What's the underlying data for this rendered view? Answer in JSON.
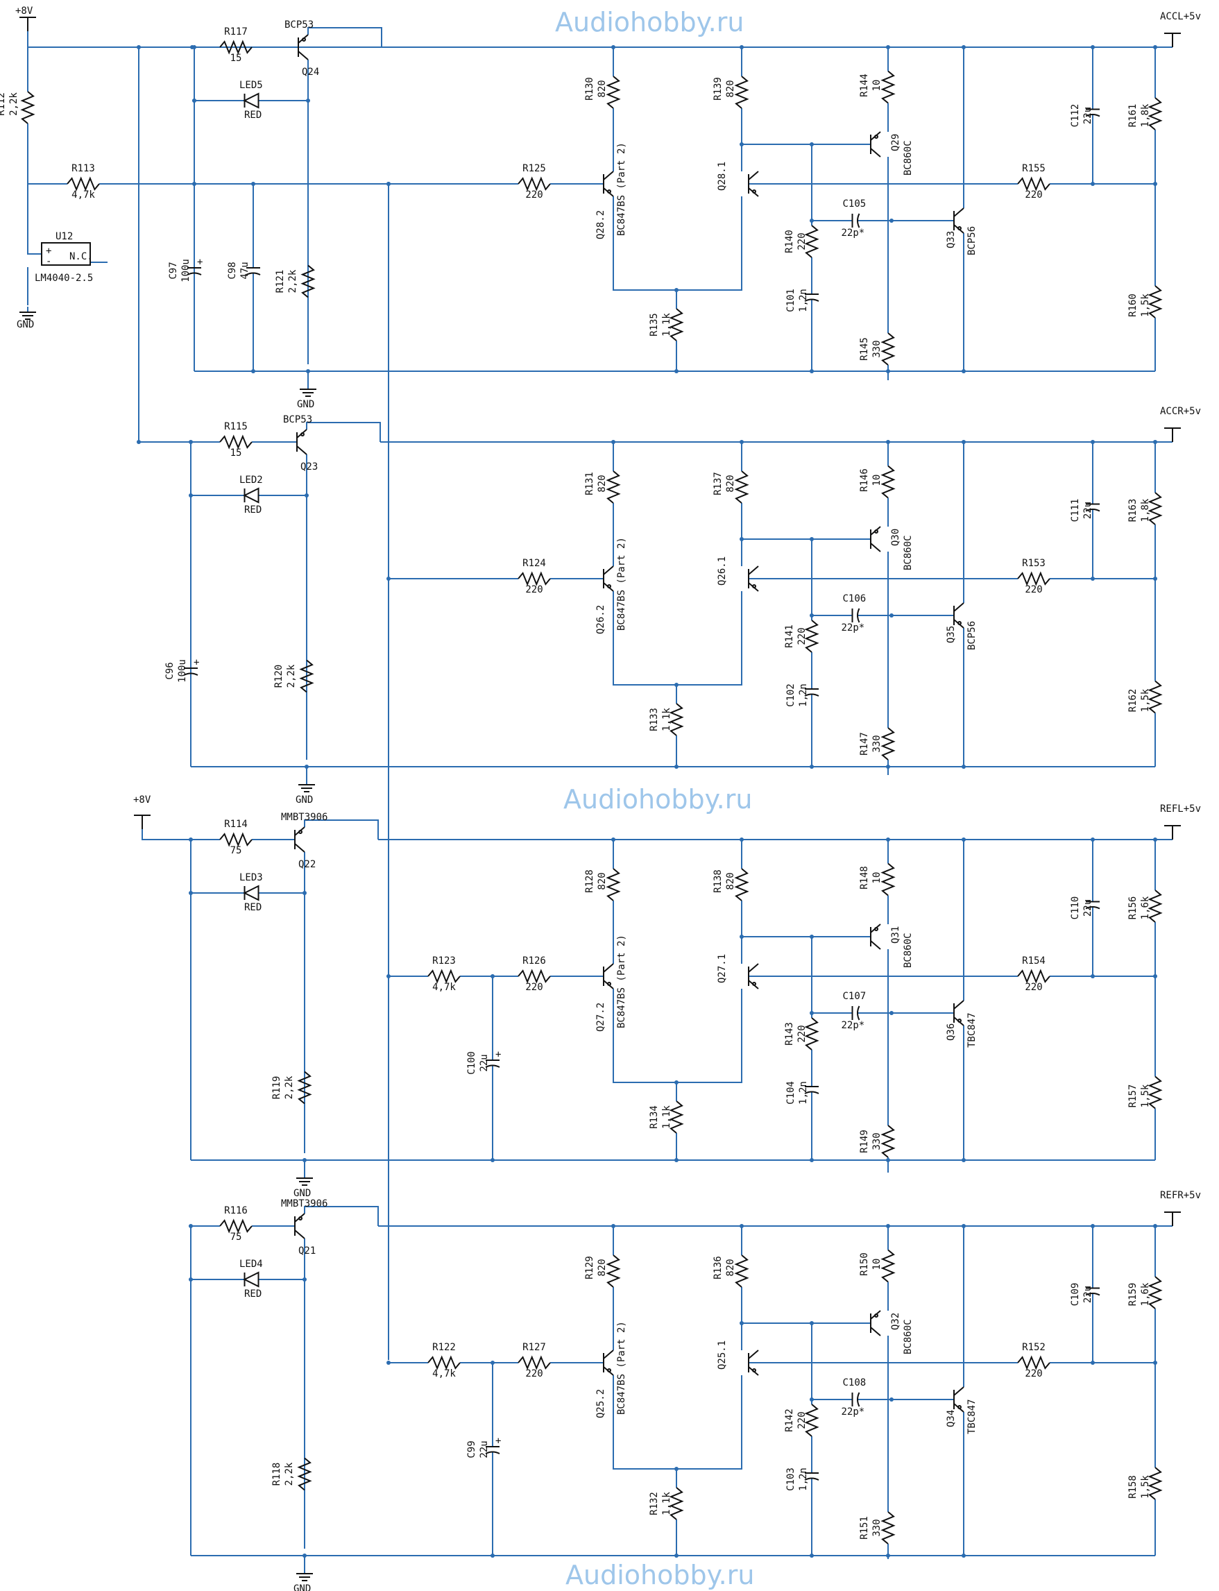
{
  "watermarks": [
    "Audiohobby.ru",
    "Audiohobby.ru",
    "Audiohobby.ru"
  ],
  "colors": {
    "wire": "#2b6cb0",
    "component": "#111111",
    "watermark": "#9ec6ea"
  },
  "supply": {
    "top_rail": "+8V",
    "third_rail": "+8V",
    "ground": "GND",
    "reference": {
      "ref": "U12",
      "part": "LM4040-2.5",
      "nc": "N.C.",
      "plus": "+",
      "minus": "-"
    },
    "r112": {
      "ref": "R112",
      "value": "2,2k"
    },
    "r113": {
      "ref": "R113",
      "value": "4,7k"
    },
    "c97": {
      "ref": "C97",
      "value": "100u",
      "pol": "+"
    },
    "c98": {
      "ref": "C98",
      "value": "47u"
    }
  },
  "blocks": [
    {
      "output": "ACCL+5v",
      "pass_transistor": {
        "ref": "Q24",
        "part": "BCP53"
      },
      "r_series": {
        "ref": "R117",
        "value": "15"
      },
      "led": {
        "ref": "LED5",
        "color": "RED"
      },
      "r_bias": {
        "ref": "R121",
        "value": "2,2k"
      },
      "cap_bias": null,
      "filter": null,
      "r_in": {
        "ref": "R125",
        "value": "220"
      },
      "pair_a": {
        "ref": "Q28.2",
        "part": "BC847BS (Part 2)"
      },
      "pair_b": {
        "ref": "Q28.1"
      },
      "r_left_top": {
        "ref": "R130",
        "value": "820"
      },
      "r_right_top": {
        "ref": "R139",
        "value": "820"
      },
      "r_tail": {
        "ref": "R135",
        "value": "1,1k"
      },
      "r_comp": {
        "ref": "R140",
        "value": "220"
      },
      "c_comp": {
        "ref": "C101",
        "value": "1,2n"
      },
      "driver": {
        "ref": "Q29",
        "part": "BC860C"
      },
      "r_emitter": {
        "ref": "R144",
        "value": "10"
      },
      "r_driver_load": {
        "ref": "R145",
        "value": "330"
      },
      "c_miller": {
        "ref": "C105",
        "value": "22p*"
      },
      "output_transistor": {
        "ref": "Q33",
        "part": "BCP56"
      },
      "r_fb": {
        "ref": "R155",
        "value": "220"
      },
      "c_out": {
        "ref": "C112",
        "value": "22u"
      },
      "r_div_top": {
        "ref": "R161",
        "value": "1,8k"
      },
      "r_div_bot": {
        "ref": "R160",
        "value": "1,5k"
      }
    },
    {
      "output": "ACCR+5v",
      "pass_transistor": {
        "ref": "Q23",
        "part": "BCP53"
      },
      "r_series": {
        "ref": "R115",
        "value": "15"
      },
      "led": {
        "ref": "LED2",
        "color": "RED"
      },
      "r_bias": {
        "ref": "R120",
        "value": "2,2k"
      },
      "cap_bias": {
        "ref": "C96",
        "value": "100u",
        "pol": "+"
      },
      "filter": null,
      "r_in": {
        "ref": "R124",
        "value": "220"
      },
      "pair_a": {
        "ref": "Q26.2",
        "part": "BC847BS (Part 2)"
      },
      "pair_b": {
        "ref": "Q26.1"
      },
      "r_left_top": {
        "ref": "R131",
        "value": "820"
      },
      "r_right_top": {
        "ref": "R137",
        "value": "820"
      },
      "r_tail": {
        "ref": "R133",
        "value": "1,1k"
      },
      "r_comp": {
        "ref": "R141",
        "value": "220"
      },
      "c_comp": {
        "ref": "C102",
        "value": "1,2n"
      },
      "driver": {
        "ref": "Q30",
        "part": "BC860C"
      },
      "r_emitter": {
        "ref": "R146",
        "value": "10"
      },
      "r_driver_load": {
        "ref": "R147",
        "value": "330"
      },
      "c_miller": {
        "ref": "C106",
        "value": "22p*"
      },
      "output_transistor": {
        "ref": "Q35",
        "part": "BCP56"
      },
      "r_fb": {
        "ref": "R153",
        "value": "220"
      },
      "c_out": {
        "ref": "C111",
        "value": "22u"
      },
      "r_div_top": {
        "ref": "R163",
        "value": "1,8k"
      },
      "r_div_bot": {
        "ref": "R162",
        "value": "1,5k"
      }
    },
    {
      "output": "REFL+5v",
      "pass_transistor": {
        "ref": "Q22",
        "part": "MMBT3906"
      },
      "r_series": {
        "ref": "R114",
        "value": "75"
      },
      "led": {
        "ref": "LED3",
        "color": "RED"
      },
      "r_bias": {
        "ref": "R119",
        "value": "2,2k"
      },
      "cap_bias": null,
      "filter": {
        "r": {
          "ref": "R123",
          "value": "4,7k"
        },
        "c": {
          "ref": "C100",
          "value": "22u",
          "pol": "+"
        }
      },
      "r_in": {
        "ref": "R126",
        "value": "220"
      },
      "pair_a": {
        "ref": "Q27.2",
        "part": "BC847BS (Part 2)"
      },
      "pair_b": {
        "ref": "Q27.1"
      },
      "r_left_top": {
        "ref": "R128",
        "value": "820"
      },
      "r_right_top": {
        "ref": "R138",
        "value": "820"
      },
      "r_tail": {
        "ref": "R134",
        "value": "1,1k"
      },
      "r_comp": {
        "ref": "R143",
        "value": "220"
      },
      "c_comp": {
        "ref": "C104",
        "value": "1,2n"
      },
      "driver": {
        "ref": "Q31",
        "part": "BC860C"
      },
      "r_emitter": {
        "ref": "R148",
        "value": "10"
      },
      "r_driver_load": {
        "ref": "R149",
        "value": "330"
      },
      "c_miller": {
        "ref": "C107",
        "value": "22p*"
      },
      "output_transistor": {
        "ref": "Q36",
        "part": "TBC847"
      },
      "r_fb": {
        "ref": "R154",
        "value": "220"
      },
      "c_out": {
        "ref": "C110",
        "value": "22u"
      },
      "r_div_top": {
        "ref": "R156",
        "value": "1,6k"
      },
      "r_div_bot": {
        "ref": "R157",
        "value": "1,5k"
      }
    },
    {
      "output": "REFR+5v",
      "pass_transistor": {
        "ref": "Q21",
        "part": "MMBT3906"
      },
      "r_series": {
        "ref": "R116",
        "value": "75"
      },
      "led": {
        "ref": "LED4",
        "color": "RED"
      },
      "r_bias": {
        "ref": "R118",
        "value": "2,2k"
      },
      "cap_bias": null,
      "filter": {
        "r": {
          "ref": "R122",
          "value": "4,7k"
        },
        "c": {
          "ref": "C99",
          "value": "22u",
          "pol": "+"
        }
      },
      "r_in": {
        "ref": "R127",
        "value": "220"
      },
      "pair_a": {
        "ref": "Q25.2",
        "part": "BC847BS (Part 2)"
      },
      "pair_b": {
        "ref": "Q25.1"
      },
      "r_left_top": {
        "ref": "R129",
        "value": "820"
      },
      "r_right_top": {
        "ref": "R136",
        "value": "820"
      },
      "r_tail": {
        "ref": "R132",
        "value": "1,1k"
      },
      "r_comp": {
        "ref": "R142",
        "value": "220"
      },
      "c_comp": {
        "ref": "C103",
        "value": "1,2n"
      },
      "driver": {
        "ref": "Q32",
        "part": "BC860C"
      },
      "r_emitter": {
        "ref": "R150",
        "value": "10"
      },
      "r_driver_load": {
        "ref": "R151",
        "value": "330"
      },
      "c_miller": {
        "ref": "C108",
        "value": "22p*"
      },
      "output_transistor": {
        "ref": "Q34",
        "part": "TBC847"
      },
      "r_fb": {
        "ref": "R152",
        "value": "220"
      },
      "c_out": {
        "ref": "C109",
        "value": "22u"
      },
      "r_div_top": {
        "ref": "R159",
        "value": "1,6k"
      },
      "r_div_bot": {
        "ref": "R158",
        "value": "1,5k"
      }
    }
  ]
}
